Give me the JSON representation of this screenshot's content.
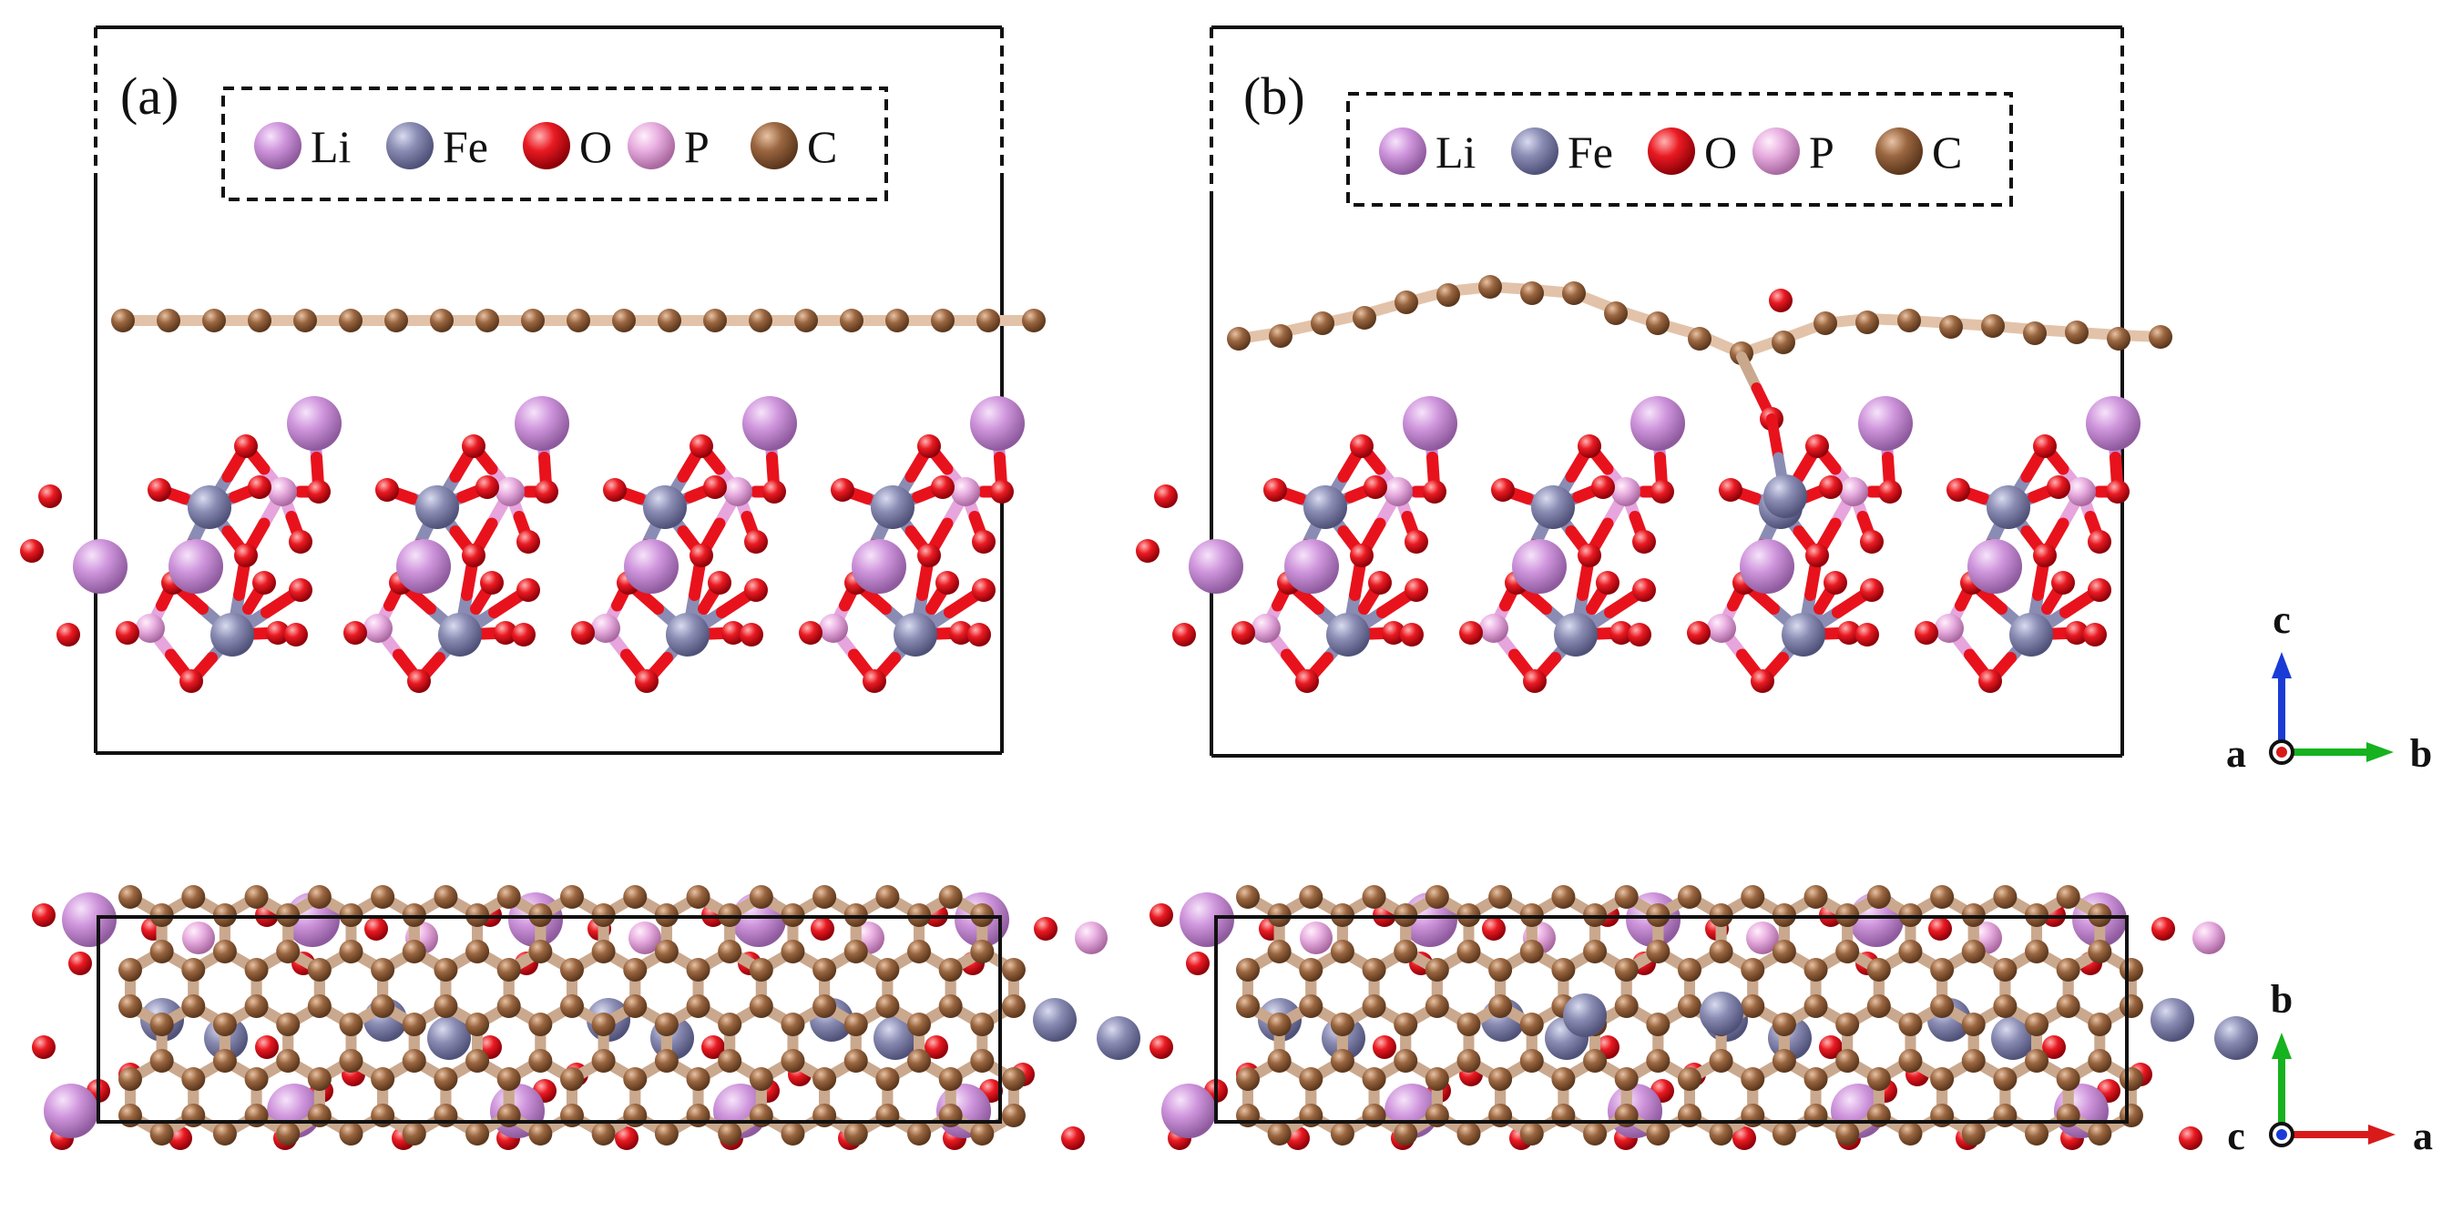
{
  "panels": [
    {
      "label": "(a)",
      "variant": "flat"
    },
    {
      "label": "(b)",
      "variant": "bonded"
    }
  ],
  "legend": [
    {
      "symbol": "Li",
      "color": "#c98bd6",
      "icon": "lithium-atom-icon"
    },
    {
      "symbol": "Fe",
      "color": "#8a8cb3",
      "icon": "iron-atom-icon"
    },
    {
      "symbol": "O",
      "color": "#e8121c",
      "icon": "oxygen-atom-icon"
    },
    {
      "symbol": "P",
      "color": "#e6a5dc",
      "icon": "phosphorus-atom-icon"
    },
    {
      "symbol": "C",
      "color": "#9a6640",
      "icon": "carbon-atom-icon"
    }
  ],
  "axes_side": {
    "up": "c",
    "right": "b",
    "out": "a"
  },
  "axes_top": {
    "up": "b",
    "right": "a",
    "out": "c"
  },
  "colors": {
    "axis_up_side": "#1a3bd6",
    "axis_up_top": "#16b21f",
    "axis_right_side": "#16b21f",
    "axis_right_top": "#d91a1a"
  }
}
